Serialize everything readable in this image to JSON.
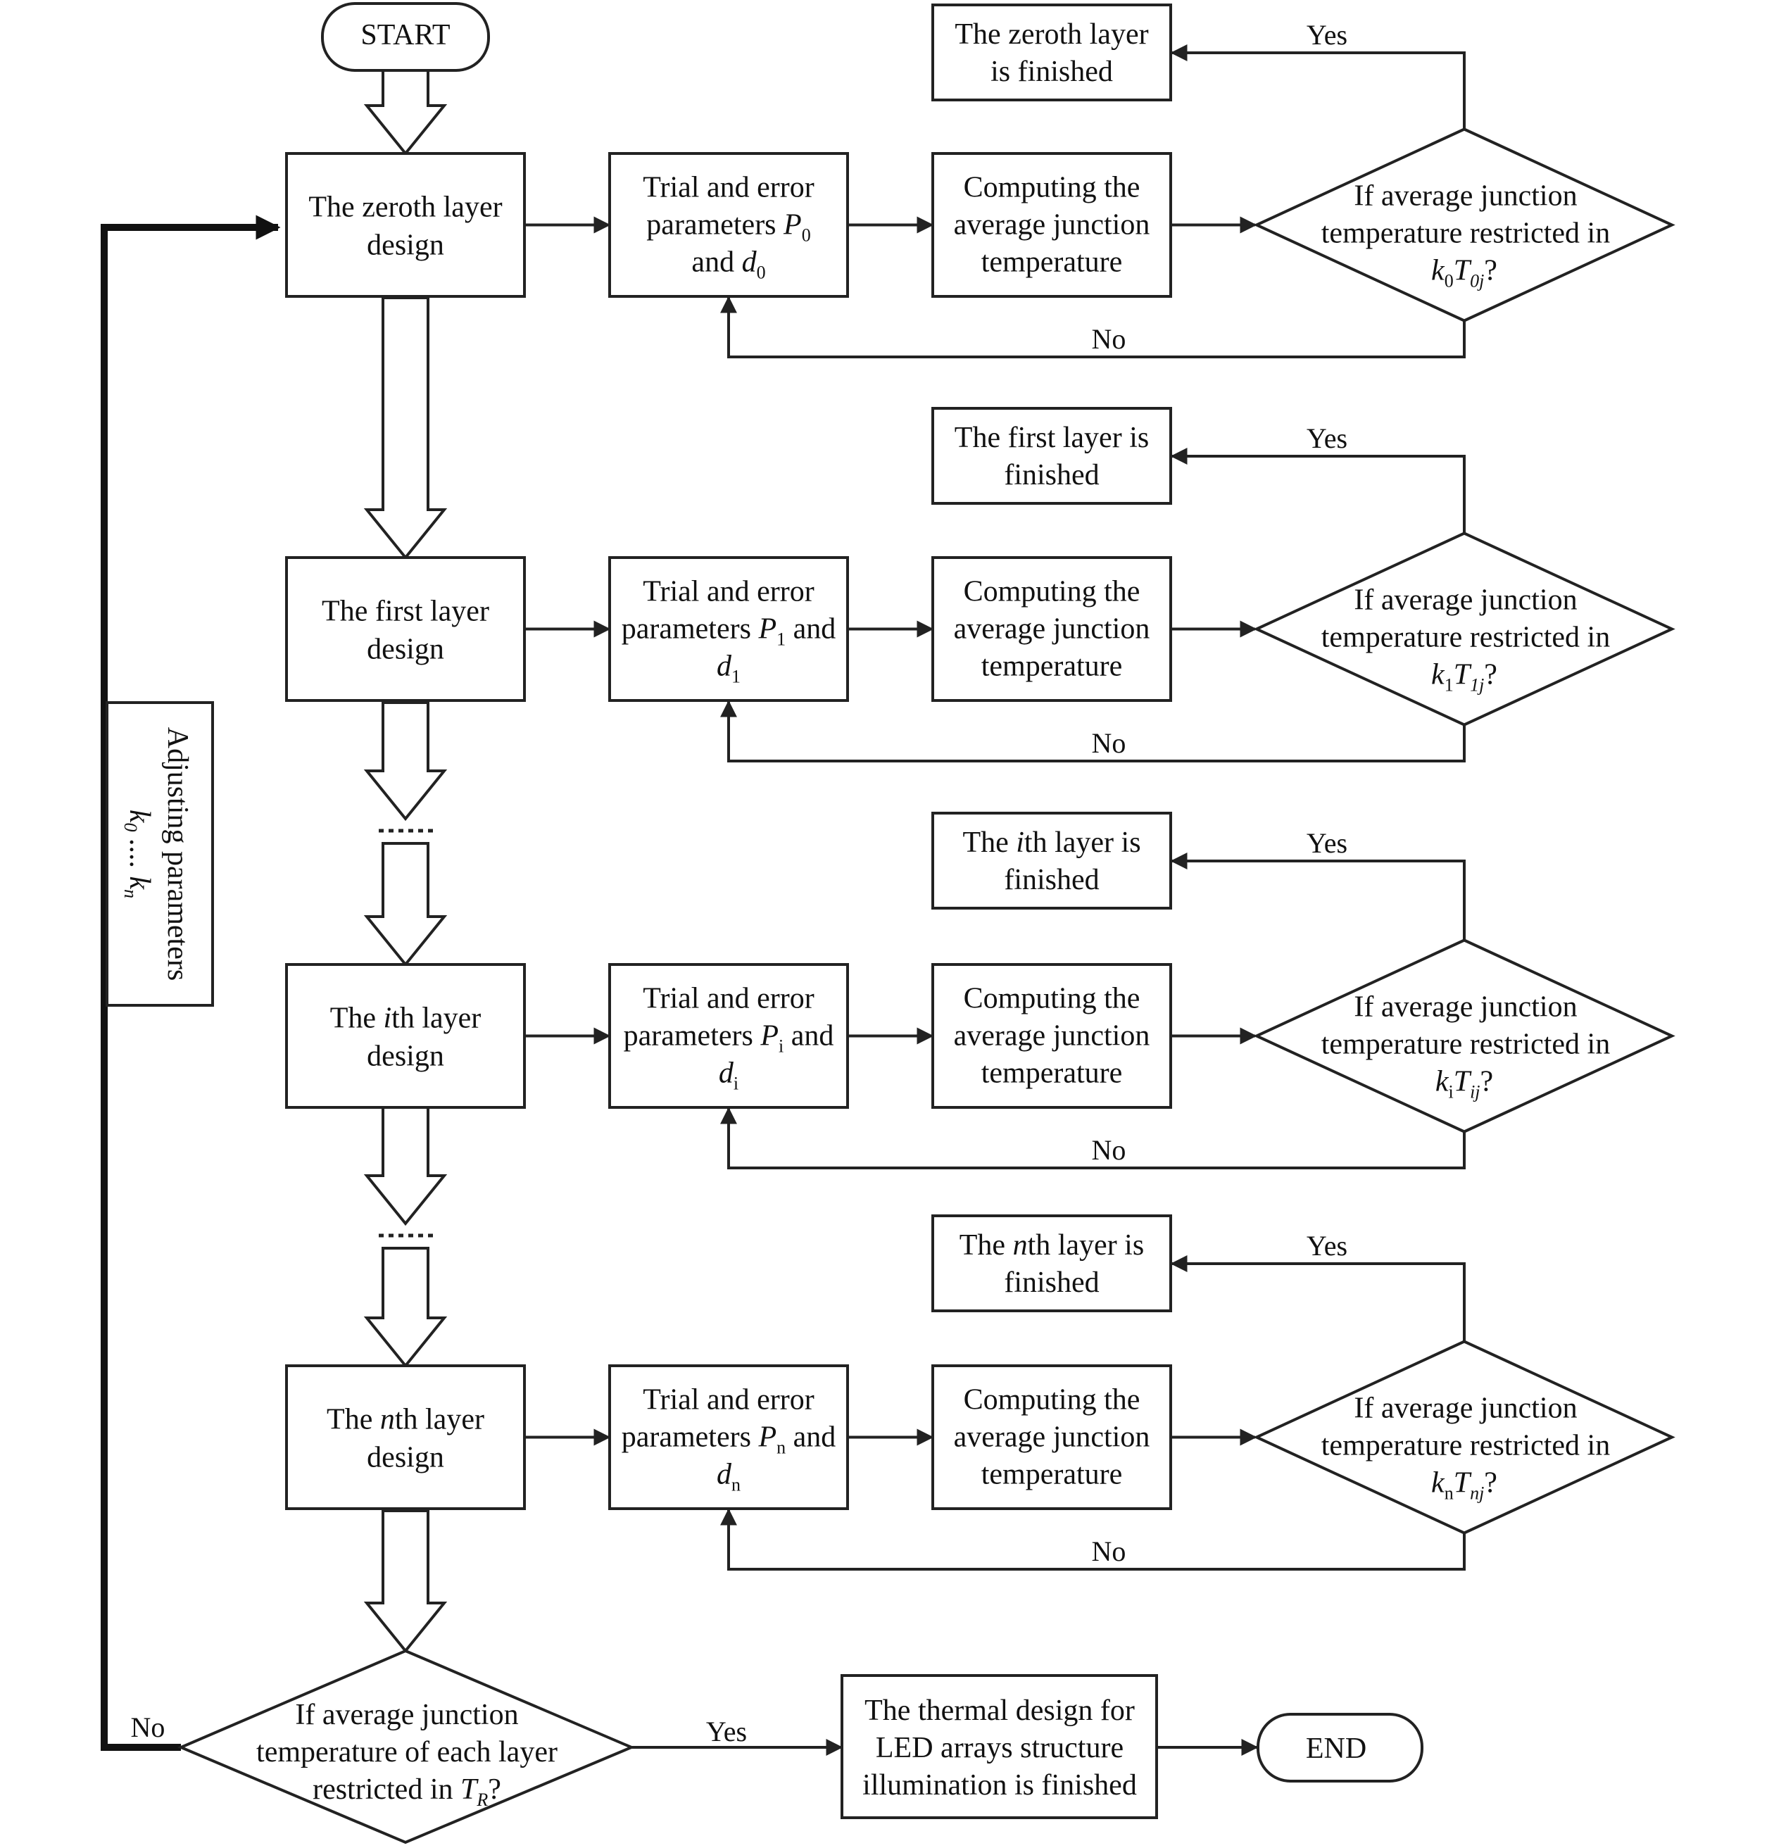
{
  "start": "START",
  "end": "END",
  "side_label": [
    "Adjusting parameters",
    "k0 .... kn"
  ],
  "layers": [
    {
      "design": [
        "The zeroth layer",
        "design"
      ],
      "trial": [
        "Trial and error",
        "parameters P0",
        "and d0"
      ],
      "compute": [
        "Computing the",
        "average junction",
        "temperature"
      ],
      "decision": [
        "If average junction",
        "temperature restricted in",
        "k0T0j?"
      ],
      "finished": [
        "The zeroth layer",
        "is finished"
      ],
      "yes": "Yes",
      "no": "No"
    },
    {
      "design": [
        "The first layer",
        "design"
      ],
      "trial": [
        "Trial and error",
        "parameters P1 and",
        "d1"
      ],
      "compute": [
        "Computing the",
        "average junction",
        "temperature"
      ],
      "decision": [
        "If average junction",
        "temperature restricted in",
        "k1T1j?"
      ],
      "finished": [
        "The first layer is",
        "finished"
      ],
      "yes": "Yes",
      "no": "No"
    },
    {
      "design": [
        "The ith layer",
        "design"
      ],
      "trial": [
        "Trial and error",
        "parameters Pi and",
        "di"
      ],
      "compute": [
        "Computing the",
        "average junction",
        "temperature"
      ],
      "decision": [
        "If average junction",
        "temperature restricted in",
        "kiTij?"
      ],
      "finished": [
        "The ith layer is",
        "finished"
      ],
      "yes": "Yes",
      "no": "No"
    },
    {
      "design": [
        "The nth layer",
        "design"
      ],
      "trial": [
        "Trial and error",
        "parameters Pn and",
        "dn"
      ],
      "compute": [
        "Computing the",
        "average junction",
        "temperature"
      ],
      "decision": [
        "If average junction",
        "temperature restricted in",
        "knTnj?"
      ],
      "finished": [
        "The nth layer is",
        "finished"
      ],
      "yes": "Yes",
      "no": "No"
    }
  ],
  "final_decision": [
    "If average junction",
    "temperature of each layer",
    "restricted in TR?"
  ],
  "final_yes": "Yes",
  "final_no": "No",
  "final_box": [
    "The thermal design for",
    "LED arrays structure",
    "illumination is finished"
  ]
}
